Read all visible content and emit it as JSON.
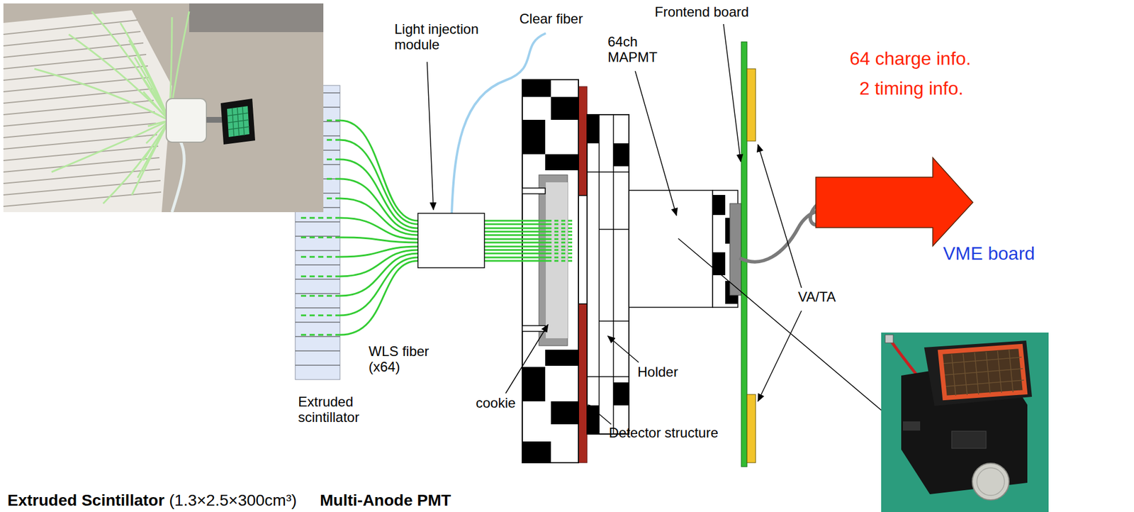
{
  "diagram": {
    "labels": [
      "Light injection module",
      "Clear fiber",
      "Frontend board",
      "64ch MAPMT",
      "64 charge info.",
      "2 timing info.",
      "VME board",
      "VA/TA",
      "WLS fiber (x64)",
      "Extruded scintillator",
      "cookie",
      "Holder",
      "Detector structure",
      "Extruded Scintillator",
      "(1.3×2.5×300cm³)",
      "Multi-Anode PMT"
    ]
  }
}
